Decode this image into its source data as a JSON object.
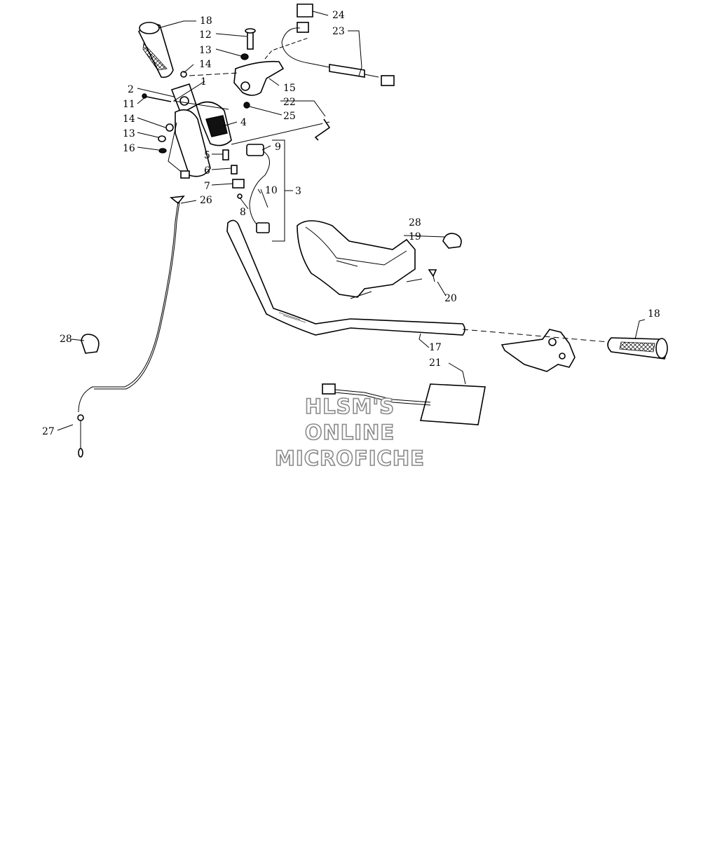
{
  "callouts": {
    "c1": "1",
    "c2": "2",
    "c3": "3",
    "c4": "4",
    "c5": "5",
    "c6": "6",
    "c7": "7",
    "c8": "8",
    "c9": "9",
    "c10": "10",
    "c11": "11",
    "c12": "12",
    "c13a": "13",
    "c13b": "13",
    "c14a": "14",
    "c14b": "14",
    "c15": "15",
    "c16": "16",
    "c17": "17",
    "c18a": "18",
    "c18b": "18",
    "c19": "19",
    "c20": "20",
    "c21": "21",
    "c22": "22",
    "c23": "23",
    "c24": "24",
    "c25": "25",
    "c26": "26",
    "c27": "27",
    "c28a": "28",
    "c28b": "28"
  },
  "watermark": {
    "line1": "HLSM'S",
    "line2": "ONLINE",
    "line3": "MICROFICHE"
  }
}
